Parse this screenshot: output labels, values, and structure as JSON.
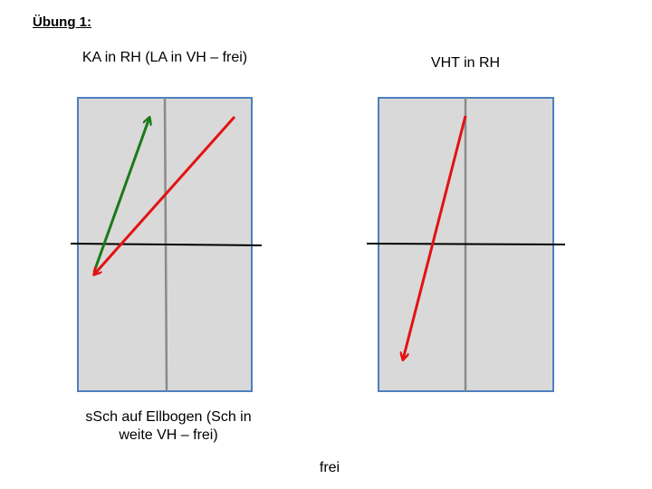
{
  "heading": "Übung 1:",
  "labels": {
    "left_top": "KA in RH (LA in VH – frei)",
    "right_top": "VHT in RH",
    "left_bottom": "sSch auf Ellbogen (Sch in weite VH – frei)",
    "bottom_center": "frei"
  },
  "colors": {
    "panel_fill": "#d9d9d9",
    "panel_border": "#4f7fbf",
    "divider": "#8a8a8a",
    "baseline": "#000000",
    "arrow_red": "#e31212",
    "arrow_green": "#1a7a1a"
  }
}
